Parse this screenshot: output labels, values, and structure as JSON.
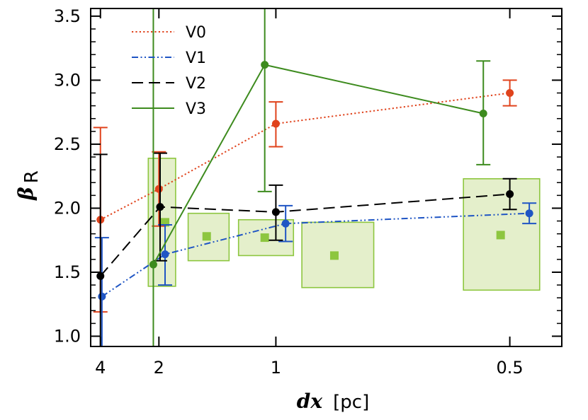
{
  "chart_data": {
    "type": "line",
    "xlabel": "dx",
    "xlabel_unit": "[pc]",
    "ylabel": "β",
    "ylabel_sub": "R",
    "x_scale": "reciprocal",
    "xlim": [
      4.8,
      0.45
    ],
    "ylim": [
      0.92,
      3.56
    ],
    "x_ticks": [
      {
        "value": 4,
        "label": "4"
      },
      {
        "value": 2,
        "label": "2"
      },
      {
        "value": 1,
        "label": "1"
      },
      {
        "value": 0.5,
        "label": "0.5"
      }
    ],
    "y_ticks": [
      {
        "value": 1.0,
        "label": "1.0"
      },
      {
        "value": 1.5,
        "label": "1.5"
      },
      {
        "value": 2.0,
        "label": "2.0"
      },
      {
        "value": 2.5,
        "label": "2.5"
      },
      {
        "value": 3.0,
        "label": "3.0"
      },
      {
        "value": 3.5,
        "label": "3.5"
      }
    ],
    "legend_position": "top-left",
    "series": [
      {
        "name": "V0",
        "color": "#e0431c",
        "style": "dotted",
        "points": [
          {
            "x": 4,
            "y": 1.91,
            "err_low": 1.19,
            "err_high": 2.63
          },
          {
            "x": 2,
            "y": 2.15,
            "err_low": 1.86,
            "err_high": 2.44
          },
          {
            "x": 1,
            "y": 2.66,
            "err_low": 2.48,
            "err_high": 2.83
          },
          {
            "x": 0.5,
            "y": 2.9,
            "err_low": 2.8,
            "err_high": 3.0
          }
        ]
      },
      {
        "name": "V1",
        "color": "#1f55c4",
        "style": "dash-dot-dot",
        "points": [
          {
            "x": 3.9,
            "y": 1.31,
            "err_low": 0.92,
            "err_high": 1.77
          },
          {
            "x": 1.9,
            "y": 1.64,
            "err_low": 1.4,
            "err_high": 1.87
          },
          {
            "x": 0.96,
            "y": 1.88,
            "err_low": 1.74,
            "err_high": 2.02
          },
          {
            "x": 0.48,
            "y": 1.96,
            "err_low": 1.88,
            "err_high": 2.04
          }
        ]
      },
      {
        "name": "V2",
        "color": "#000000",
        "style": "long-dash",
        "points": [
          {
            "x": 4,
            "y": 1.47,
            "err_low": 0.92,
            "err_high": 2.42
          },
          {
            "x": 1.98,
            "y": 2.01,
            "err_low": 1.59,
            "err_high": 2.43
          },
          {
            "x": 1.0,
            "y": 1.97,
            "err_low": 1.75,
            "err_high": 2.18
          },
          {
            "x": 0.5,
            "y": 2.11,
            "err_low": 1.99,
            "err_high": 2.23
          }
        ]
      },
      {
        "name": "V3",
        "color": "#3d8b1e",
        "style": "solid",
        "points": [
          {
            "x": 2.1,
            "y": 1.56,
            "err_low": 0.92,
            "err_high": 3.56
          },
          {
            "x": 1.05,
            "y": 3.12,
            "err_low": 2.13,
            "err_high": 3.56
          },
          {
            "x": 0.53,
            "y": 2.74,
            "err_low": 2.34,
            "err_high": 3.15
          }
        ]
      }
    ],
    "boxes": {
      "color": "#8dc63f",
      "fill": "#e4efcb",
      "items": [
        {
          "x_left": 2.2,
          "x_right": 1.75,
          "y_low": 1.39,
          "y_high": 2.39,
          "marker_x": 1.9,
          "marker_y": 1.89
        },
        {
          "x_left": 1.6,
          "x_right": 1.25,
          "y_low": 1.59,
          "y_high": 1.96,
          "marker_x": 1.42,
          "marker_y": 1.78
        },
        {
          "x_left": 1.19,
          "x_right": 0.93,
          "y_low": 1.63,
          "y_high": 1.91,
          "marker_x": 1.05,
          "marker_y": 1.77
        },
        {
          "x_left": 0.9,
          "x_right": 0.705,
          "y_low": 1.38,
          "y_high": 1.89,
          "marker_x": 0.8,
          "marker_y": 1.63
        },
        {
          "x_left": 0.555,
          "x_right": 0.47,
          "y_low": 1.36,
          "y_high": 2.23,
          "marker_x": 0.51,
          "marker_y": 1.79
        }
      ]
    }
  }
}
